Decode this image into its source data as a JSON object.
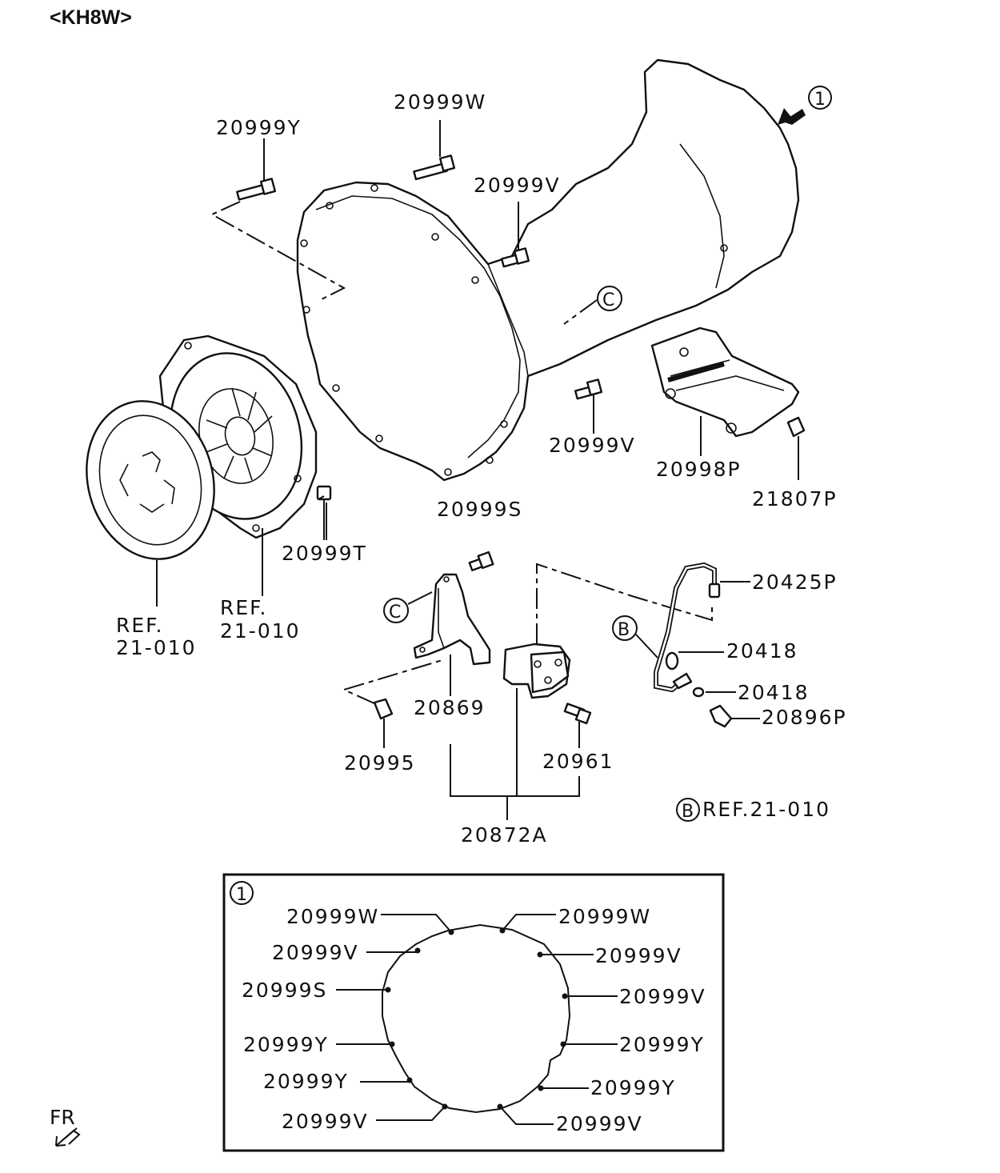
{
  "title": "<KH8W>",
  "main": {
    "ref_circle_1": "1",
    "labels": {
      "p20999Y_top": "20999Y",
      "p20999W_top": "20999W",
      "p20999V_a": "20999V",
      "p20999V_b": "20999V",
      "p20998P": "20998P",
      "p21807P": "21807P",
      "p20999S": "20999S",
      "p20999T": "20999T",
      "ref1_line1": "REF.",
      "ref1_line2": "21-010",
      "ref2_line1": "REF.",
      "ref2_line2": "21-010",
      "p20425P": "20425P",
      "p20418_a": "20418",
      "p20418_b": "20418",
      "p20896P": "20896P",
      "p20869": "20869",
      "p20995": "20995",
      "p20961": "20961",
      "p20872A": "20872A",
      "note_b_ref": "REF.21-010"
    },
    "callouts": {
      "c": "C",
      "b": "B"
    }
  },
  "inset": {
    "circle_num": "1",
    "left_labels": [
      "20999W",
      "20999V",
      "20999S",
      "20999Y",
      "20999Y",
      "20999V"
    ],
    "right_labels": [
      "20999W",
      "20999V",
      "20999V",
      "20999Y",
      "20999Y",
      "20999V"
    ]
  },
  "fr_label": "FR"
}
